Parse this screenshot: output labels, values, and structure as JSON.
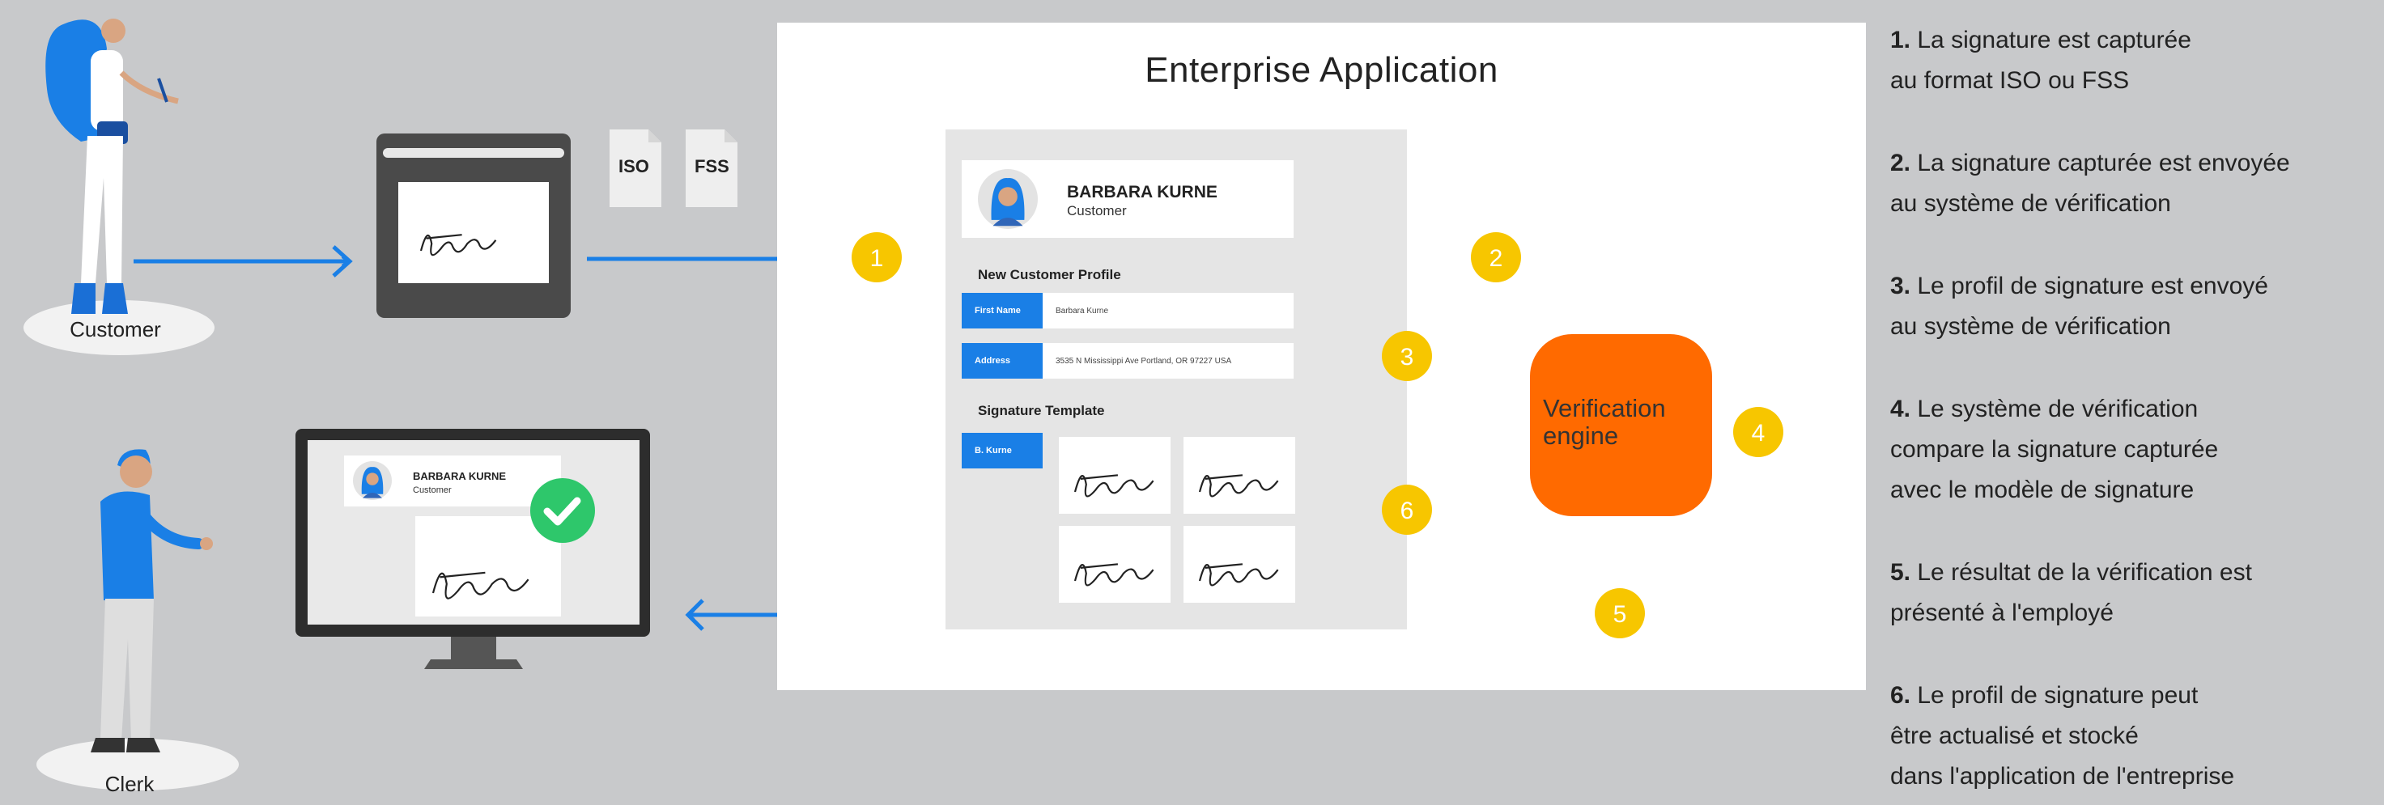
{
  "app": {
    "title": "Enterprise Application"
  },
  "profile": {
    "name": "BARBARA KURNE",
    "role": "Customer",
    "section_profile": "New Customer Profile",
    "first_name_label": "First Name",
    "first_name_value": "Barbara Kurne",
    "address_label": "Address",
    "address_value": "3535 N Mississippi Ave Portland, OR 97227 USA",
    "section_template": "Signature Template",
    "template_name": "B. Kurne"
  },
  "engine": {
    "label": "Verification engine"
  },
  "formats": [
    "ISO",
    "FSS"
  ],
  "actors": {
    "customer": "Customer",
    "clerk": "Clerk"
  },
  "step_numbers": [
    "1",
    "2",
    "3",
    "4",
    "5",
    "6"
  ],
  "steps": [
    {
      "num": "1.",
      "text": "La signature est capturée\n au format ISO ou FSS"
    },
    {
      "num": "2.",
      "text": "La signature capturée est envoyée\n au système de vérification"
    },
    {
      "num": "3.",
      "text": "Le profil de signature est envoyé\n au système de vérification"
    },
    {
      "num": "4.",
      "text": "Le système de vérification\n compare la signature capturée\n avec le modèle de signature"
    },
    {
      "num": "5.",
      "text": "Le résultat de la vérification est\n présenté à l'employé"
    },
    {
      "num": "6.",
      "text": "Le profil de signature peut\n être actualisé et stocké\n dans l'application de l'entreprise"
    }
  ],
  "colors": {
    "background": "#c8c9cb",
    "accent_blue": "#1a7fe6",
    "engine": "#ff6a00",
    "badge": "#f7c600",
    "check": "#2ec76b"
  }
}
